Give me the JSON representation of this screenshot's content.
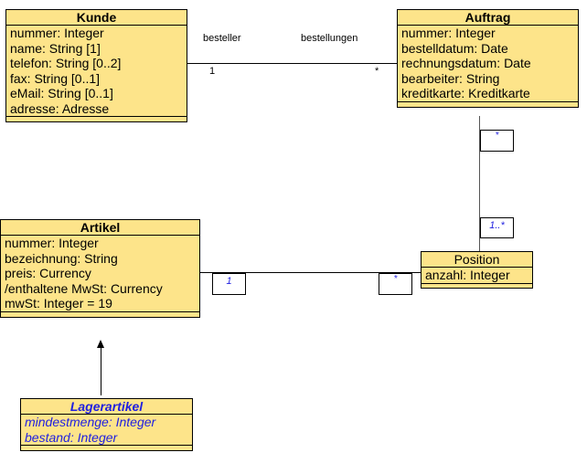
{
  "classes": {
    "kunde": {
      "name": "Kunde",
      "attributes": [
        "nummer: Integer",
        "name: String [1]",
        "telefon: String [0..2]",
        "fax: String [0..1]",
        "eMail: String [0..1]",
        "adresse: Adresse"
      ]
    },
    "auftrag": {
      "name": "Auftrag",
      "attributes": [
        "nummer: Integer",
        "bestelldatum: Date",
        "rechnungsdatum: Date",
        "bearbeiter: String",
        "kreditkarte: Kreditkarte"
      ]
    },
    "artikel": {
      "name": "Artikel",
      "attributes": [
        "nummer: Integer",
        "bezeichnung: String",
        "preis: Currency",
        "/enthaltene MwSt: Currency",
        "mwSt: Integer = 19"
      ]
    },
    "position": {
      "name": "Position",
      "attributes": [
        "anzahl: Integer"
      ]
    },
    "lagerartikel": {
      "name": "Lagerartikel",
      "attributes": [
        "mindestmenge: Integer",
        "bestand: Integer"
      ]
    }
  },
  "associations": {
    "kunde_auftrag": {
      "role_left": "besteller",
      "role_right": "bestellungen",
      "mult_left": "1",
      "mult_right": "*"
    },
    "auftrag_position": {
      "mult_top": "*",
      "mult_bottom": "1..*"
    },
    "artikel_position": {
      "mult_left": "1",
      "mult_right": "*"
    }
  },
  "colors": {
    "class_fill": "#fde48a",
    "abstract_text": "#1f1fe0",
    "multiplicity_text": "#1f1fe0"
  }
}
